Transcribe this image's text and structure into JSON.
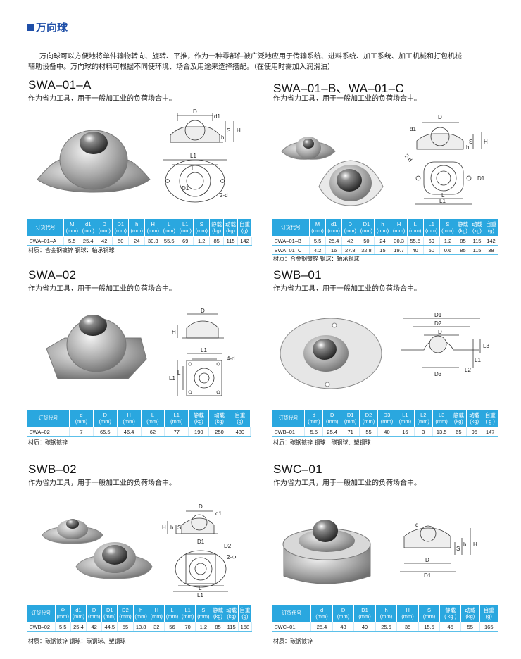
{
  "page": {
    "title": "万向球",
    "intro_line1": "万向球可以方便地将单件输物转向、旋转、平推，作为一种零部件被广泛地应用于传输系统、进料系统、加工系统、加工机械和打包机械",
    "intro_line2": "辅助设备中。万向球的材料可根据不同使环境、场合及用途来选择搭配。（在使用时需加入润滑油）"
  },
  "colors": {
    "title_blue": "#1f4fa8",
    "table_header": "#2aa7df",
    "table_rule": "#5cc0ea"
  },
  "sections": {
    "swa01a": {
      "model": "SWA–01–A",
      "desc": "作为省力工具，用于一般加工业的负荷场合中。",
      "headers": [
        "订货代号",
        "M\n(mm)",
        "d1\n(mm)",
        "D\n(mm)",
        "D1\n(mm)",
        "h\n(mm)",
        "H\n(mm)",
        "L\n(mm)",
        "L1\n(mm)",
        "S\n(mm)",
        "静载\n(kg)",
        "动载\n(kg)",
        "自重\n(g)"
      ],
      "rows": [
        [
          "SWA–01–A",
          "5.5",
          "25.4",
          "42",
          "50",
          "24",
          "30.3",
          "55.5",
          "69",
          "1.2",
          "85",
          "115",
          "142"
        ]
      ],
      "material": "材质：合金钢镀锌 钢球：轴承钢球",
      "dims": [
        "D",
        "d1",
        "S",
        "H",
        "h",
        "L1",
        "L",
        "D1",
        "2-d"
      ]
    },
    "swa01b": {
      "model": "SWA–01–B、WA–01–C",
      "desc": "作为省力工具，用于一般加工业的负荷场合中。",
      "headers": [
        "订货代号",
        "M\n(mm)",
        "d1\n(mm)",
        "D\n(mm)",
        "D1\n(mm)",
        "h\n(mm)",
        "H\n(mm)",
        "L\n(mm)",
        "L1\n(mm)",
        "S\n(mm)",
        "静载\n(kg)",
        "动载\n(kg)",
        "自重\n(g)"
      ],
      "rows": [
        [
          "SWA–01–B",
          "5.5",
          "25.4",
          "42",
          "50",
          "24",
          "30.3",
          "55.5",
          "69",
          "1.2",
          "85",
          "115",
          "142"
        ],
        [
          "SWA–01–C",
          "4.2",
          "16",
          "27.8",
          "32.8",
          "15",
          "19.7",
          "40",
          "50",
          "0.6",
          "85",
          "115",
          "38"
        ]
      ],
      "material": "材质：合金钢镀锌 钢球：轴承钢球",
      "dims": [
        "D",
        "d1",
        "S",
        "H",
        "h",
        "2-d",
        "D1",
        "L",
        "L1"
      ]
    },
    "swa02": {
      "model": "SWA–02",
      "desc": "作为省力工具，用于一般加工业的负荷场合中。",
      "headers": [
        "订货代号",
        "d\n(mm)",
        "D\n(mm)",
        "H\n(mm)",
        "L\n(mm)",
        "L1\n(mm)",
        "静载\n(kg)",
        "动载\n(kg)",
        "自重\n(g)"
      ],
      "rows": [
        [
          "SWA–02",
          "7",
          "65.5",
          "46.4",
          "62",
          "77",
          "190",
          "250",
          "480"
        ]
      ],
      "material": "材质：碳钢镀锌",
      "dims": [
        "D",
        "H",
        "L1",
        "4-d",
        "L1",
        "L"
      ]
    },
    "swb01": {
      "model": "SWB–01",
      "desc": "作为省力工具，用于一般加工业的负荷场合中。",
      "headers": [
        "订货代号",
        "d\n(mm)",
        "D\n(mm)",
        "D1\n(mm)",
        "D2\n(mm)",
        "D3\n(mm)",
        "L1\n(mm)",
        "L2\n(mm)",
        "L3\n(mm)",
        "静载\n(kg)",
        "动载\n(kg)",
        "自重\n( g )"
      ],
      "rows": [
        [
          "SWB–01",
          "5.5",
          "25.4",
          "71",
          "55",
          "40",
          "16",
          "3",
          "13.5",
          "65",
          "95",
          "147"
        ]
      ],
      "material": "材质：碳钢镀锌 钢球：碳钢球、塑钢球",
      "dims": [
        "D1",
        "D2",
        "D",
        "L3",
        "L1",
        "L2",
        "D3"
      ]
    },
    "swb02": {
      "model": "SWB–02",
      "desc": "作为省力工具，用于一般加工业的负荷场合中。",
      "headers": [
        "订货代号",
        "Φ\n(mm)",
        "d1\n(mm)",
        "D\n(mm)",
        "D1\n(mm)",
        "D2\n(mm)",
        "h\n(mm)",
        "H\n(mm)",
        "L\n(mm)",
        "L1\n(mm)",
        "S\n(mm)",
        "静载\n(kg)",
        "动载\n(kg)",
        "自重\n(g)"
      ],
      "rows": [
        [
          "SWB–02",
          "5.5",
          "25.4",
          "42",
          "44.5",
          "55",
          "13.8",
          "32",
          "56",
          "70",
          "1.2",
          "85",
          "115",
          "158"
        ]
      ],
      "material": "材质：碳钢镀锌 钢球：碳钢球、塑钢球",
      "dims": [
        "D",
        "d1",
        "H",
        "h",
        "S",
        "D1",
        "D2",
        "2-Φ",
        "L",
        "L1"
      ]
    },
    "swc01": {
      "model": "SWC–01",
      "desc": "作为省力工具，用于一般加工业的负荷场合中。",
      "headers": [
        "订货代号",
        "d\n(mm)",
        "D\n(mm)",
        "D1\n(mm)",
        "h\n(mm)",
        "H\n(mm)",
        "S\n(mm)",
        "静载\n( kg )",
        "动载\n(kg)",
        "自重\n(g)"
      ],
      "rows": [
        [
          "SWC–01",
          "25.4",
          "43",
          "49",
          "25.5",
          "35",
          "15.5",
          "45",
          "55",
          "165"
        ]
      ],
      "material": "材质：碳钢镀锌",
      "dims": [
        "d",
        "S",
        "h",
        "H",
        "D",
        "D1"
      ]
    }
  }
}
